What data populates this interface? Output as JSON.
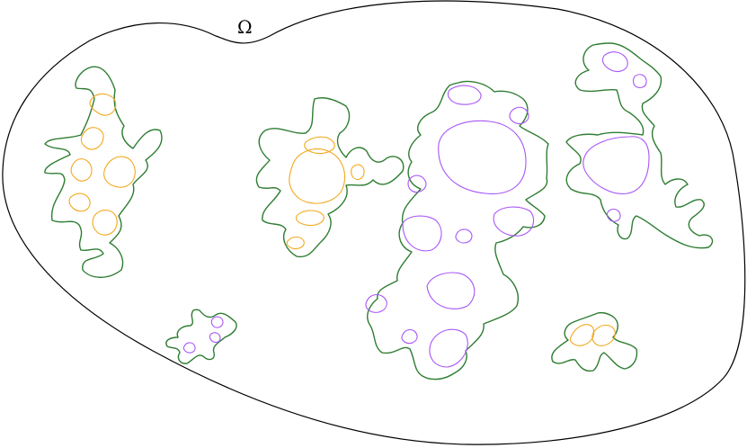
{
  "domain_label": "Ω",
  "colors": {
    "outline": "#000000",
    "outer_loop": "#2e7d32",
    "inner_orange": "#f2a81d",
    "inner_purple": "#a855f7"
  },
  "clusters": [
    {
      "id": "cluster-left",
      "outer_color": "outer_loop",
      "inner_color": "inner_orange"
    },
    {
      "id": "cluster-center-left",
      "outer_color": "outer_loop",
      "inner_color": "inner_orange"
    },
    {
      "id": "cluster-center",
      "outer_color": "outer_loop",
      "inner_color": "inner_purple"
    },
    {
      "id": "cluster-right",
      "outer_color": "outer_loop",
      "inner_color": "inner_purple"
    },
    {
      "id": "cluster-small-left",
      "outer_color": "outer_loop",
      "inner_color": "inner_purple"
    },
    {
      "id": "cluster-small-right",
      "outer_color": "outer_loop",
      "inner_color": "inner_orange"
    }
  ]
}
